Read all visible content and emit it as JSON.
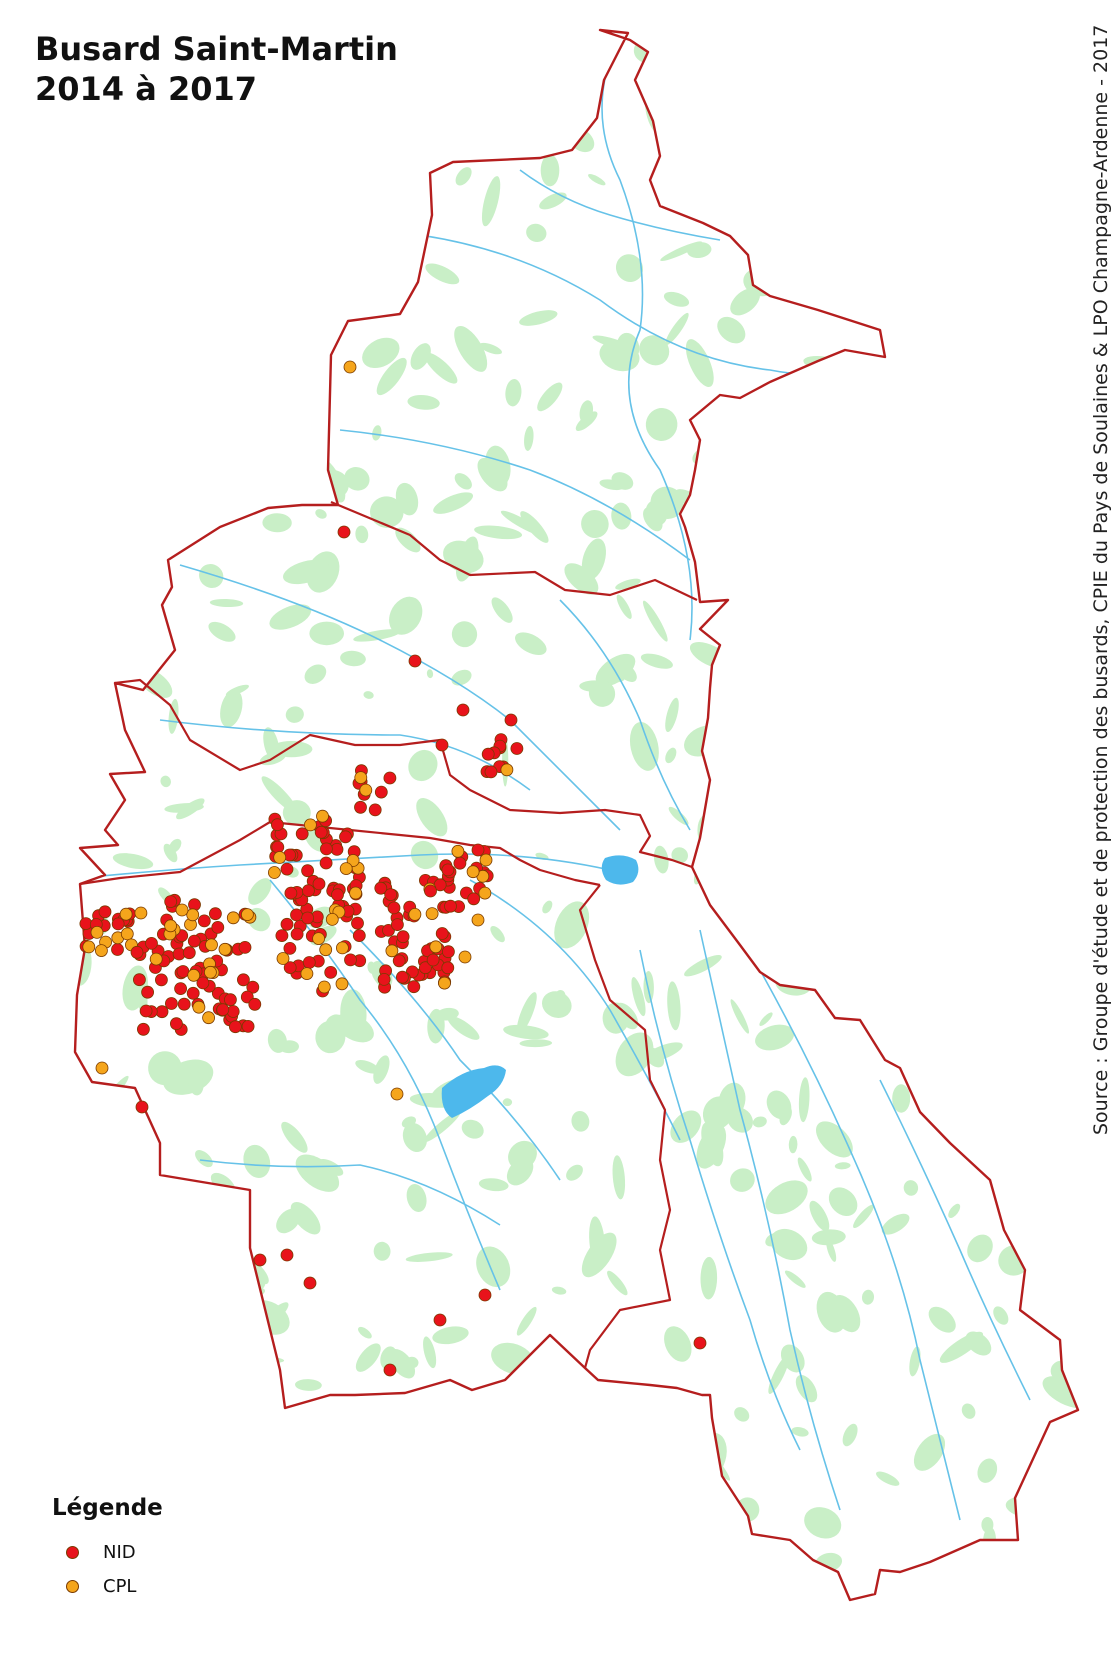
{
  "title": {
    "line1": "Busard Saint-Martin",
    "line2": "2014 à 2017"
  },
  "source": "Source : Groupe d'étude et de protection des busards, CPIE du Pays de Soulaines & LPO Champagne-Ardenne - 2017",
  "legend": {
    "title": "Légende",
    "items": [
      {
        "label": "NID",
        "color": "#e8131b"
      },
      {
        "label": "CPL",
        "color": "#f5a51c"
      }
    ]
  },
  "colors": {
    "region_border": "#b51e1e",
    "forest": "#c9efc7",
    "river": "#66c2e8",
    "lake": "#4db8ec"
  }
}
